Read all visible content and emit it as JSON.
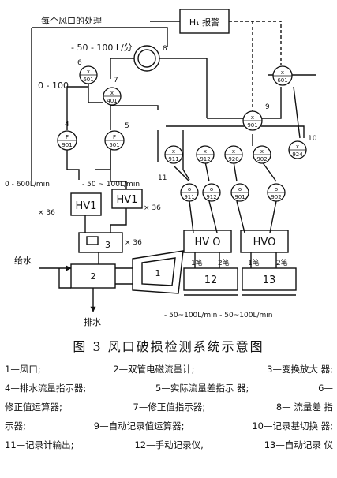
{
  "diagram": {
    "alarm_box": "H₁ 报警",
    "label_each_tuyere": "每个风口的处理",
    "label_flow_range_top": "- 50 - 100 L/分",
    "label_0_100": "0 - 100",
    "label_0_600": "0 - 600L/min",
    "label_mid_range": "- 50 ~ 100L/min",
    "label_x36_a": "× 36",
    "label_x36_b": "× 36",
    "label_x36_c": "× 36",
    "hv1_a": "HV1",
    "hv1_b": "HV1",
    "hvo_a": "HV O",
    "hvo_b": "HVO",
    "supply_water": "给水",
    "drain_water": "排水",
    "bottom_ranges": "- 50~100L/min - 50~100L/min",
    "pen1": "1笔",
    "pen2": "2笔",
    "pen3": "1笔",
    "pen4": "2笔",
    "box_12": "12",
    "box_13": "13",
    "box_1": "1",
    "box_2": "2",
    "box_3": "3",
    "num_4": "4",
    "num_5": "5",
    "num_6": "6",
    "num_7": "7",
    "num_8": "8",
    "num_9": "9",
    "num_10": "10",
    "num_11": "11",
    "inst_6": {
      "sym": "x",
      "tag": "601"
    },
    "inst_7": {
      "sym": "x",
      "tag": "401"
    },
    "inst_4": {
      "sym": "F",
      "tag": "901"
    },
    "inst_5": {
      "sym": "F",
      "tag": "501"
    },
    "inst_right_top": {
      "sym": "x",
      "tag": "601"
    },
    "inst_9": {
      "sym": "x",
      "tag": "901"
    },
    "inst_10": {
      "sym": "x",
      "tag": "924"
    },
    "inst_r1": {
      "sym": "x",
      "tag": "911"
    },
    "inst_r2": {
      "sym": "x",
      "tag": "912"
    },
    "inst_r3": {
      "sym": "x",
      "tag": "920"
    },
    "inst_r4": {
      "sym": "x",
      "tag": "902"
    },
    "inst_g1": {
      "sym": "o",
      "tag": "911"
    },
    "inst_g2": {
      "sym": "o",
      "tag": "912"
    },
    "inst_g3": {
      "sym": "o",
      "tag": "901"
    },
    "inst_g4": {
      "sym": "o",
      "tag": "902"
    }
  },
  "caption": "图 3    风口破损检测系统示意图",
  "legend": [
    [
      "1—风口;",
      "2—双管电磁流量计;",
      "3—变换放大 器;"
    ],
    [
      "4—排水流量指示器;",
      "5—实际流量差指示 器;",
      "6—"
    ],
    [
      "修正值运算器;",
      "7—修正值指示器;",
      "8— 流量差 指"
    ],
    [
      "示器;",
      "9—自动记录值运算器;",
      "10—记录基切换 器;"
    ],
    [
      "11—记录计输出;",
      "12—手动记录仪,",
      "13—自动记录 仪"
    ]
  ]
}
